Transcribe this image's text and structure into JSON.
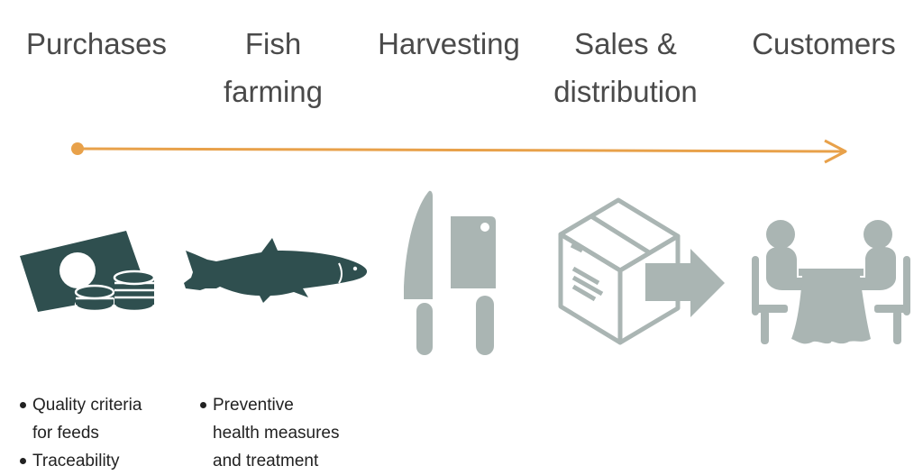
{
  "stages": [
    {
      "title": "Purchases",
      "icon": "money-and-coins-icon"
    },
    {
      "title": "Fish\nfarming",
      "icon": "fish-icon"
    },
    {
      "title": "Harvesting",
      "icon": "knives-icon"
    },
    {
      "title": "Sales &\ndistribution",
      "icon": "shipping-box-icon"
    },
    {
      "title": "Customers",
      "icon": "diners-at-table-icon"
    }
  ],
  "flow_arrow": {
    "color": "#e8a14a"
  },
  "colors": {
    "title_text": "#4a4a4a",
    "dark_icon": "#2f4f4f",
    "light_icon": "#aab5b3",
    "bullet_text": "#222222"
  },
  "bullets": {
    "purchases": [
      "Quality criteria\nfor feeds",
      "Traceability"
    ],
    "farming": [
      "Preventive\nhealth measures\nand treatment"
    ]
  }
}
